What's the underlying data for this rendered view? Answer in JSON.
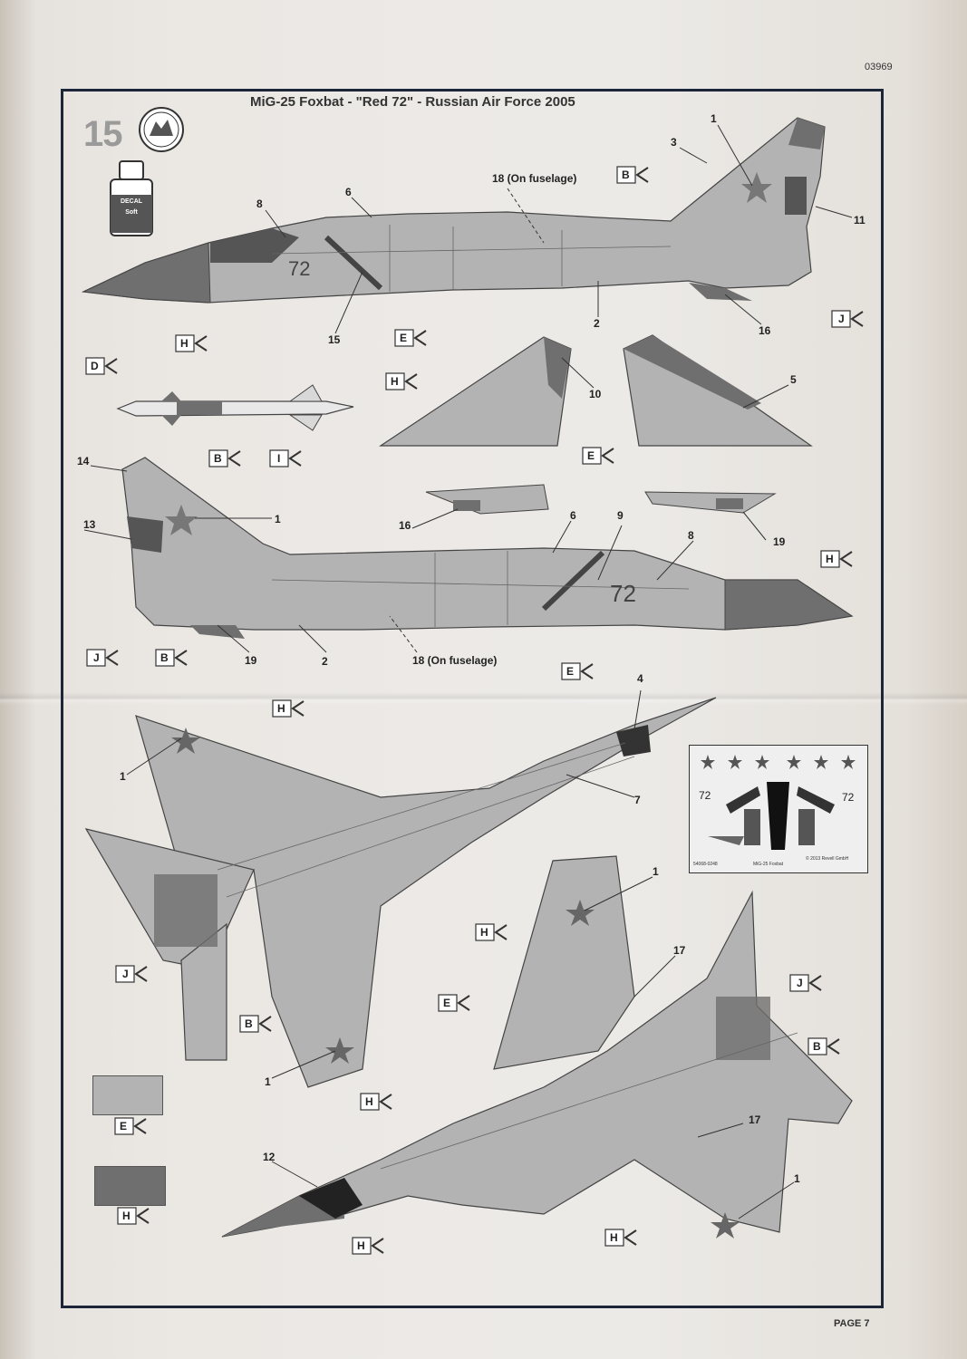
{
  "header": {
    "page_code": "03969",
    "title": "MiG-25 Foxbat - \"Red 72\" - Russian Air Force 2005",
    "step_number": "15",
    "page_label": "PAGE 7"
  },
  "decal_soft": {
    "line1": "DECAL",
    "line2": "Soft"
  },
  "callouts": [
    "1",
    "3",
    "6",
    "8",
    "18 (On fuselage)",
    "11",
    "2",
    "15",
    "16",
    "10",
    "5",
    "14",
    "13",
    "1",
    "16",
    "19",
    "6",
    "9",
    "8",
    "2",
    "19",
    "18 (On fuselage)",
    "4",
    "7",
    "1",
    "1",
    "17",
    "1",
    "17",
    "12",
    "1"
  ],
  "color_codes": {
    "B": "B",
    "D": "D",
    "E": "E",
    "H": "H",
    "I": "I",
    "J": "J"
  },
  "fuselage_number": "72",
  "swatches": [
    {
      "code": "E",
      "color": "#b3b3b3"
    },
    {
      "code": "H",
      "color": "#6f6f6f"
    }
  ],
  "decal_sheet": {
    "numbers": [
      "72",
      "72"
    ],
    "caption_left": "54068-0248",
    "caption_mid": "MiG-25 Foxbat",
    "caption_right": "© 2013 Revell GmbH"
  },
  "colors": {
    "frame": "#1d2538",
    "paint_E": "#b3b3b3",
    "paint_H": "#6f6f6f"
  }
}
